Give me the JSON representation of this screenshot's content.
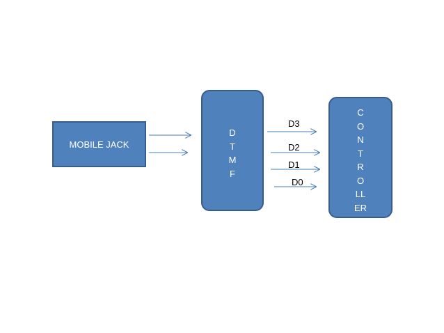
{
  "blocks": {
    "mobile_jack": {
      "label": "MOBILE JACK"
    },
    "dtmf": {
      "letters": [
        "D",
        "T",
        "M",
        "F"
      ]
    },
    "controller": {
      "letters": [
        "C",
        "O",
        "N",
        "T",
        "R",
        "O",
        "LL",
        "ER"
      ]
    }
  },
  "signals": [
    "D3",
    "D2",
    "D1",
    "D0"
  ],
  "colors": {
    "block_fill": "#4f81bd",
    "block_border": "#385d8a",
    "arrow": "#4a7ebb"
  }
}
